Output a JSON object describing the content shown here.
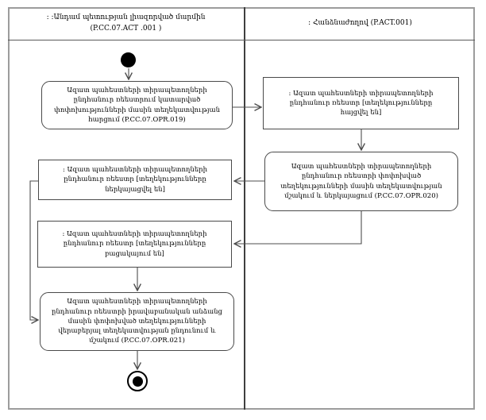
{
  "style": {
    "background": "#ffffff",
    "ink": "#4d4d4d",
    "frame_border": "#9c9c9c",
    "node_fill": "#ffffff"
  },
  "lanes": {
    "left": {
      "title": ": :Անդամ պետության լիազորված մարմին",
      "subtitle": "(P.CC.07.ACT .001 )"
    },
    "right": {
      "title": ": Հանձնաժողով (P.ACT.001)"
    }
  },
  "nodes": {
    "query_action": "Ազատ պահեստների տիրապետողների ընդհանուր ռեեստրում կատարված փոփոխությունների մասին տեղեկատվության հարցում (P.CC.07.OPR.019)",
    "registry_requested": ": Ազատ պահեստների տիրապետողների ընդհանուր ռեեստր [տեղեկությունները հայցվել են]",
    "process_submit_action": "Ազատ պահեստների տիրապետողների ընդհանուր ռեեստրի փոփոխված տեղեկությունների մասին տեղեկատվության մշակում և ներկայացում (P.CC.07.OPR.020)",
    "registry_submitted": ": Ազատ պահեստների տիրապետողների ընդհանուր ռեեստր [տեղեկությունները ներկայացվել են]",
    "registry_missing": ": Ազատ պահեստների տիրապետողների ընդհանուր ռեեստր [տեղեկությունները բացակայում են]",
    "receive_process_action": "Ազատ պահեստների տիրապետողների ընդհանուր ռեեստրի իրավաբանական անձանց մասին փոփոխված տեղեկությունների վերաբերյալ տեղեկատվության ընդունում և մշակում (P.CC.07.OPR.021)"
  }
}
